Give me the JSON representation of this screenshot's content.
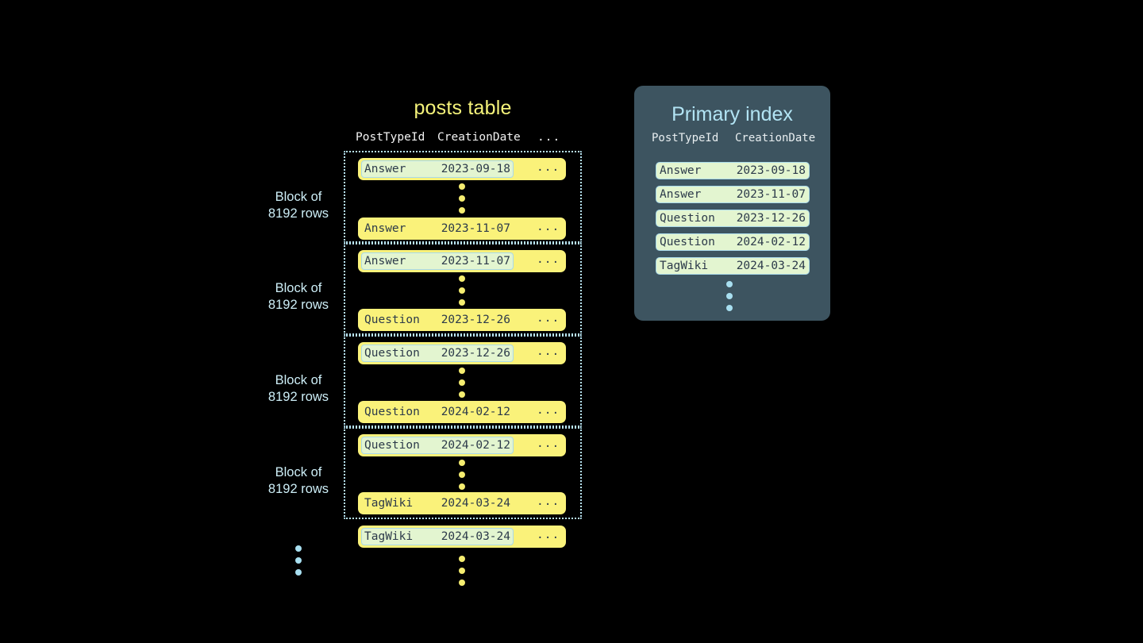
{
  "diagram": {
    "background_color": "#000000",
    "row_color": "#faf27a",
    "highlight_fill": "#e3f5d0",
    "highlight_border": "#a9d9ea",
    "block_border_color": "#b8e4f2",
    "index_panel_color": "#3d5460",
    "index_title_color": "#b2e4f4",
    "table_title_color": "#f5f37a",
    "dot_color_yellow": "#f5ed70",
    "dot_color_blue": "#a8dff0"
  },
  "posts_table": {
    "title": "posts table",
    "columns": [
      "PostTypeId",
      "CreationDate",
      "..."
    ],
    "block_label": "Block of\n8192 rows",
    "block_label_line1": "Block of",
    "block_label_line2": "8192 rows",
    "ellipsis": "...",
    "blocks": [
      {
        "label_line1": "Block of",
        "label_line2": "8192 rows",
        "first_row": {
          "post_type_id": "Answer",
          "creation_date": "2023-09-18",
          "etc": "...",
          "highlighted": true
        },
        "last_row": {
          "post_type_id": "Answer",
          "creation_date": "2023-11-07",
          "etc": "...",
          "highlighted": false
        }
      },
      {
        "label_line1": "Block of",
        "label_line2": "8192 rows",
        "first_row": {
          "post_type_id": "Answer",
          "creation_date": "2023-11-07",
          "etc": "...",
          "highlighted": true
        },
        "last_row": {
          "post_type_id": "Question",
          "creation_date": "2023-12-26",
          "etc": "...",
          "highlighted": false
        }
      },
      {
        "label_line1": "Block of",
        "label_line2": "8192 rows",
        "first_row": {
          "post_type_id": "Question",
          "creation_date": "2023-12-26",
          "etc": "...",
          "highlighted": true
        },
        "last_row": {
          "post_type_id": "Question",
          "creation_date": "2024-02-12",
          "etc": "...",
          "highlighted": false
        }
      },
      {
        "label_line1": "Block of",
        "label_line2": "8192 rows",
        "first_row": {
          "post_type_id": "Question",
          "creation_date": "2024-02-12",
          "etc": "...",
          "highlighted": true
        },
        "last_row": {
          "post_type_id": "TagWiki",
          "creation_date": "2024-03-24",
          "etc": "...",
          "highlighted": false
        }
      }
    ],
    "trailing_row": {
      "post_type_id": "TagWiki",
      "creation_date": "2024-03-24",
      "etc": "...",
      "highlighted": true
    }
  },
  "primary_index": {
    "title": "Primary index",
    "columns": [
      "PostTypeId",
      "CreationDate"
    ],
    "rows": [
      {
        "post_type_id": "Answer",
        "creation_date": "2023-09-18"
      },
      {
        "post_type_id": "Answer",
        "creation_date": "2023-11-07"
      },
      {
        "post_type_id": "Question",
        "creation_date": "2023-12-26"
      },
      {
        "post_type_id": "Question",
        "creation_date": "2024-02-12"
      },
      {
        "post_type_id": "TagWiki",
        "creation_date": "2024-03-24"
      }
    ]
  }
}
